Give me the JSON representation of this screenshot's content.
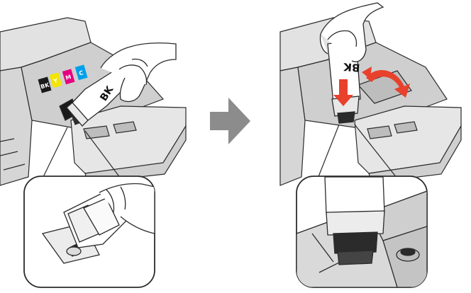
{
  "ink_labels": {
    "black": "BK",
    "yellow": "Y",
    "magenta": "M",
    "cyan": "C"
  },
  "bottle_label": "BK",
  "colors": {
    "outline": "#2b2b2b",
    "printer_gray": "#dcdcdc",
    "printer_dark": "#b5b5b5",
    "slot_black": "#1a1a1a",
    "ink_yellow": "#f2e500",
    "ink_magenta": "#e4007f",
    "ink_cyan": "#00a0e9",
    "next_arrow": "#8c8c8c",
    "action_arrow": "#e8412c"
  },
  "icons": [
    "hand-icon",
    "ink-bottle-icon",
    "next-step-arrow-icon",
    "push-down-arrow-icon",
    "rotate-arrow-icon"
  ]
}
